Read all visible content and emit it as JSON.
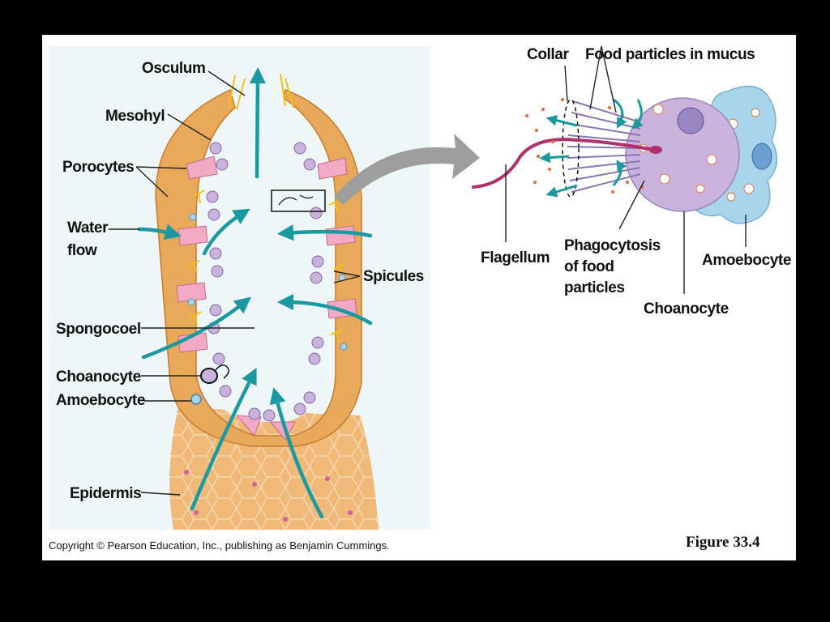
{
  "sponge_labels": {
    "osculum": "Osculum",
    "mesohyl": "Mesohyl",
    "porocytes": "Porocytes",
    "water_flow_1": "Water",
    "water_flow_2": "flow",
    "spicules": "Spicules",
    "spongocoel": "Spongocoel",
    "choanocyte": "Choanocyte",
    "amoebocyte": "Amoebocyte",
    "epidermis": "Epidermis"
  },
  "cell_labels": {
    "collar": "Collar",
    "food_particles": "Food particles in mucus",
    "flagellum": "Flagellum",
    "phagocytosis_1": "Phagocytosis",
    "phagocytosis_2": "of food",
    "phagocytosis_3": "particles",
    "choanocyte": "Choanocyte",
    "amoebocyte": "Amoebocyte"
  },
  "copyright": "Copyright © Pearson Education, Inc., publishing as Benjamin Cummings.",
  "figure_caption": "Figure 33.4",
  "colors": {
    "flow_arrow": "#1a9aa0",
    "body_wall": "#e9a95a",
    "panel_bg": "#eef6f7",
    "choanocyte_cell": "#c9b3dc",
    "amoebocyte_cell": "#a8d4ec",
    "flagellum": "#b0306a"
  }
}
